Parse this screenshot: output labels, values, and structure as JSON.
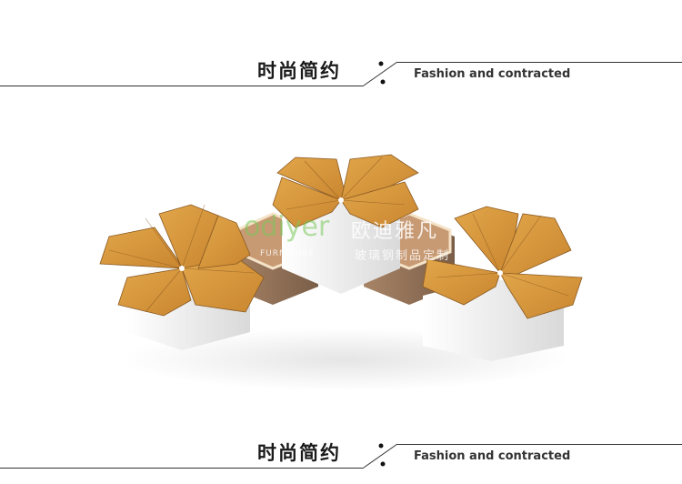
{
  "header": {
    "title_cn": "时尚简约",
    "subtitle_en": "Fashion and contracted"
  },
  "footer": {
    "title_cn": "时尚简约",
    "subtitle_en": "Fashion and contracted"
  },
  "watermark": {
    "logo": "odiyer",
    "brand_cn": "欧迪雅凡",
    "tagline_en": "FURNITURE",
    "tagline_cn": "玻璃钢制品定制"
  },
  "colors": {
    "wood": "#d89a3f",
    "wood_dark": "#b9752a",
    "base": "#f2f2f2",
    "bronze": "#8b6e55",
    "line": "#333333"
  },
  "product": {
    "icon": "hexagonal-modular-bench-image"
  }
}
